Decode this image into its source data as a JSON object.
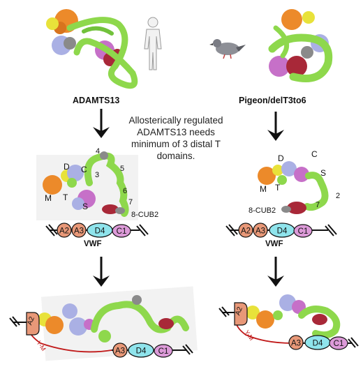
{
  "labels": {
    "left_protein": "ADAMTS13",
    "right_protein": "Pigeon/delT3to6",
    "center_note": "Allosterically regulated ADAMTS13 needs minimum of 3 distal T domains.",
    "vwf": "VWF",
    "domain_M": "M",
    "domain_D": "D",
    "domain_T": "T",
    "domain_C": "C",
    "domain_S": "S",
    "t3": "3",
    "t4": "4",
    "t5": "5",
    "t6": "6",
    "t7": "7",
    "t2": "2",
    "cub": "8-CUB2",
    "ym": "Y-M"
  },
  "vwf_domains": {
    "a2": "A2",
    "a3": "A3",
    "d4": "D4",
    "c1": "C1"
  },
  "colors": {
    "a_domain": "#e89878",
    "d4": "#8fe4ec",
    "c1": "#dc9ad8",
    "green": "#8ed84c",
    "orange": "#ec8a2a",
    "yellow": "#e8e23a",
    "lavender": "#aab0e4",
    "magenta": "#c670c8",
    "darkred": "#a82838",
    "grey": "#8a8a8a",
    "red_line": "#c01818"
  }
}
